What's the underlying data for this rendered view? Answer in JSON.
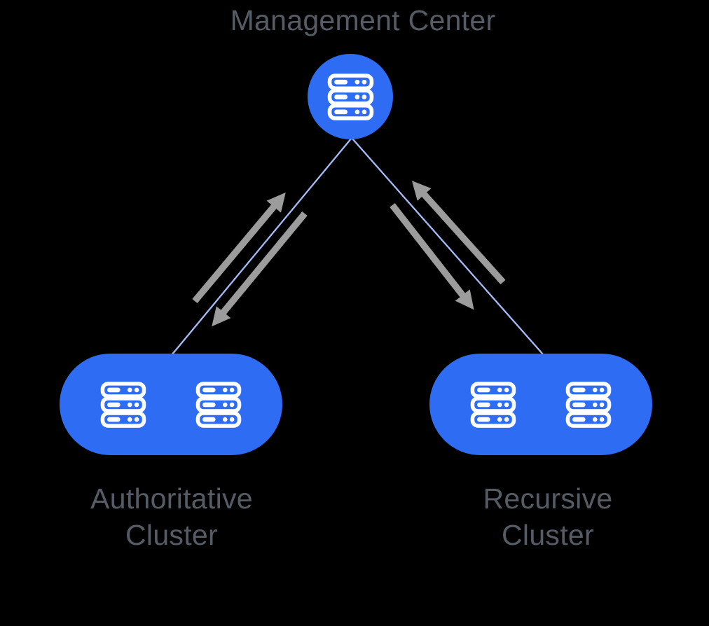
{
  "title": {
    "text": "Management Center"
  },
  "nodes": {
    "management_center": {
      "name": "Management Center",
      "shape": "circle",
      "icon": "server-icon",
      "server_count": 1
    },
    "authoritative_cluster": {
      "label_line1": "Authoritative",
      "label_line2": "Cluster",
      "shape": "pill",
      "icon": "server-icon",
      "server_count": 2
    },
    "recursive_cluster": {
      "label_line1": "Recursive",
      "label_line2": "Cluster",
      "shape": "pill",
      "icon": "server-icon",
      "server_count": 2
    }
  },
  "edges": [
    {
      "from": "Management Center",
      "to": "Authoritative Cluster",
      "line": "thin",
      "arrows": "bidirectional"
    },
    {
      "from": "Management Center",
      "to": "Recursive Cluster",
      "line": "thin",
      "arrows": "bidirectional"
    }
  ],
  "colors": {
    "node_fill": "#2e6cf3",
    "icon": "#ffffff",
    "link_line": "#a3bbf6",
    "arrow": "#9c9c9c",
    "label_text": "#565c66",
    "background": "#000000"
  }
}
